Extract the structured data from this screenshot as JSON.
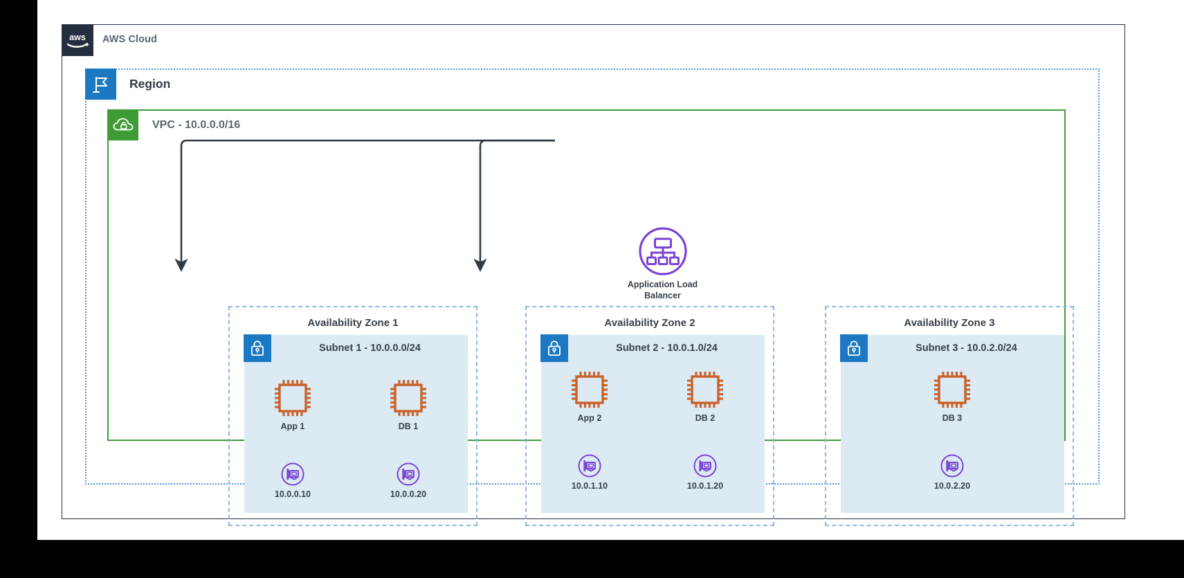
{
  "cloud": {
    "label": "AWS Cloud",
    "logo_icon": "aws-logo-icon"
  },
  "region": {
    "label": "Region",
    "icon": "region-flag-icon"
  },
  "vpc": {
    "label": "VPC - 10.0.0.0/16",
    "cidr": "10.0.0.0/16",
    "icon": "vpc-cloud-lock-icon",
    "color": "#3f9c35"
  },
  "load_balancer": {
    "name": "Application Load Balancer",
    "line1": "Application Load",
    "line2": "Balancer",
    "icon": "application-load-balancer-icon",
    "color": "#7a44d4"
  },
  "availability_zones": [
    {
      "title": "Availability Zone 1",
      "subnet": {
        "label": "Subnet 1 - 10.0.0.0/24",
        "name": "Subnet 1",
        "cidr": "10.0.0.0/24",
        "icon": "subnet-lock-icon"
      },
      "instances": [
        {
          "label": "App 1",
          "icon": "ec2-instance-icon",
          "position": "left"
        },
        {
          "label": "DB 1",
          "icon": "ec2-instance-icon",
          "position": "right"
        }
      ],
      "network_interfaces": [
        {
          "label": "10.0.0.10",
          "icon": "network-interface-icon",
          "position": "left"
        },
        {
          "label": "10.0.0.20",
          "icon": "network-interface-icon",
          "position": "right"
        }
      ]
    },
    {
      "title": "Availability Zone 2",
      "subnet": {
        "label": "Subnet 2 - 10.0.1.0/24",
        "name": "Subnet 2",
        "cidr": "10.0.1.0/24",
        "icon": "subnet-lock-icon"
      },
      "instances": [
        {
          "label": "App 2",
          "icon": "ec2-instance-icon",
          "position": "left"
        },
        {
          "label": "DB 2",
          "icon": "ec2-instance-icon",
          "position": "right"
        }
      ],
      "network_interfaces": [
        {
          "label": "10.0.1.10",
          "icon": "network-interface-icon",
          "position": "left"
        },
        {
          "label": "10.0.1.20",
          "icon": "network-interface-icon",
          "position": "right"
        }
      ]
    },
    {
      "title": "Availability Zone 3",
      "subnet": {
        "label": "Subnet 3 - 10.0.2.0/24",
        "name": "Subnet 3",
        "cidr": "10.0.2.0/24",
        "icon": "subnet-lock-icon"
      },
      "instances": [
        {
          "label": "DB 3",
          "icon": "ec2-instance-icon",
          "position": "center"
        }
      ],
      "network_interfaces": [
        {
          "label": "10.0.2.20",
          "icon": "network-interface-icon",
          "position": "center"
        }
      ]
    }
  ],
  "connections": [
    {
      "from": "Application Load Balancer",
      "to": "App 1"
    },
    {
      "from": "Application Load Balancer",
      "to": "App 2"
    }
  ],
  "colors": {
    "aws_navy": "#232f3e",
    "region_blue": "#1b78c2",
    "vpc_green": "#3f9c35",
    "subnet_fill": "#dceaf4",
    "ec2_orange": "#c8622a",
    "eni_purple": "#7a44d4",
    "arrow": "#2f3b44"
  }
}
